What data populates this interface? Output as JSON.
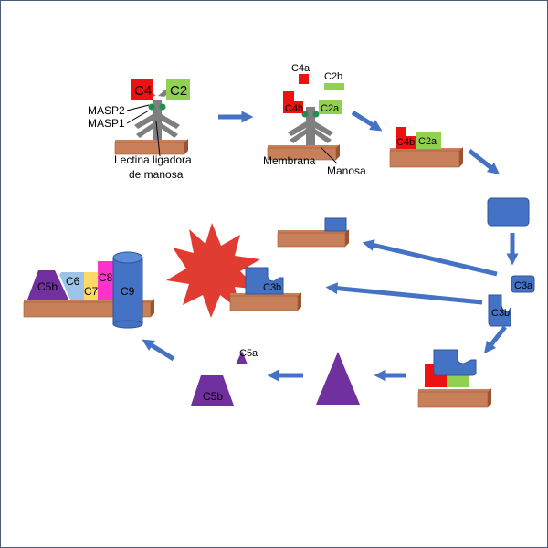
{
  "labels": {
    "c4": "C4",
    "c2": "C2",
    "masp2": "MASP2",
    "masp1": "MASP1",
    "lectin_line1": "Lectina ligadora",
    "lectin_line2": "de manosa",
    "c4a": "C4a",
    "c2b": "C2b",
    "c4b": "C4b",
    "c2a": "C2a",
    "membrane": "Membrana",
    "mannose": "Manosa",
    "c4b_c2a_left": "C4b",
    "c4b_c2a_right": "C2a",
    "c3a": "C3a",
    "c3b": "C3b",
    "c3b_mid": "C3b",
    "c5a": "C5a",
    "c5b": "C5b",
    "mac_c5b": "C5b",
    "mac_c6": "C6",
    "mac_c7": "C7",
    "mac_c8": "C8",
    "mac_c9": "C9"
  },
  "colors": {
    "red": "#ee1111",
    "green": "#92d050",
    "blue": "#4472c4",
    "blue_dark": "#2f5597",
    "purple": "#7030a0",
    "membrane_top": "#c8805a",
    "membrane_front": "#b8683f",
    "gray": "#7f7f7f",
    "c6": "#9dc3e6",
    "c7": "#ffd966",
    "c8": "#ff33cc",
    "starburst": "#e03c31"
  }
}
